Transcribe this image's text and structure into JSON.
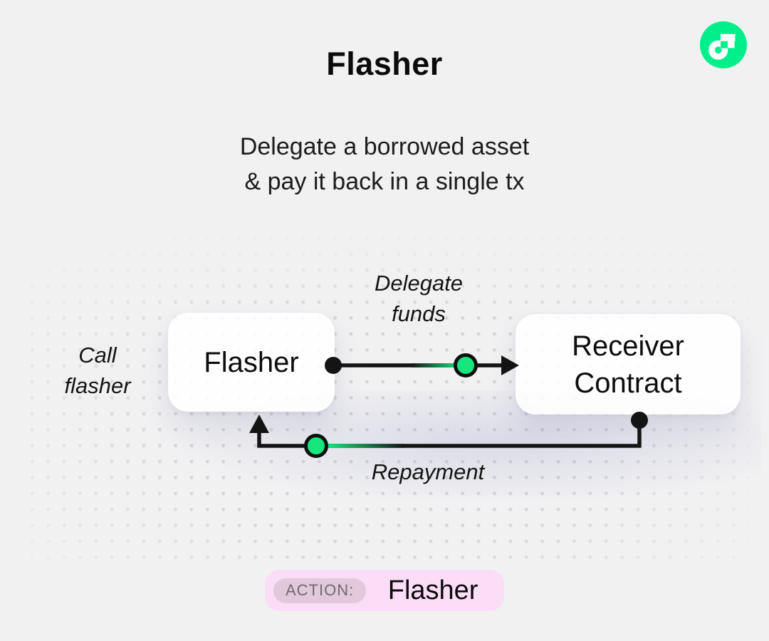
{
  "page": {
    "background": "#f1f1f2"
  },
  "logo": {
    "name": "flow-logo",
    "circle_color": "#00EF8B",
    "glyph_color": "#ffffff"
  },
  "header": {
    "title": "Flasher",
    "subtitle": [
      "Delegate a borrowed asset",
      "& pay it back in a single tx"
    ]
  },
  "diagram": {
    "nodes": [
      {
        "id": "flasher",
        "label": "Flasher"
      },
      {
        "id": "receiver",
        "label": [
          "Receiver",
          "Contract"
        ]
      }
    ],
    "edges": [
      {
        "id": "delegate",
        "from": "flasher",
        "to": "receiver",
        "label": [
          "Delegate",
          "funds"
        ]
      },
      {
        "id": "repayment",
        "from": "receiver",
        "to": "flasher",
        "label": "Repayment"
      }
    ],
    "side_label": [
      "Call",
      "flasher"
    ],
    "accent_green": "#17E57E",
    "line_color": "#141414"
  },
  "footer": {
    "badge": "ACTION:",
    "value": "Flasher",
    "pill_color": "#fcddf8",
    "badge_color": "#e2c8da"
  }
}
